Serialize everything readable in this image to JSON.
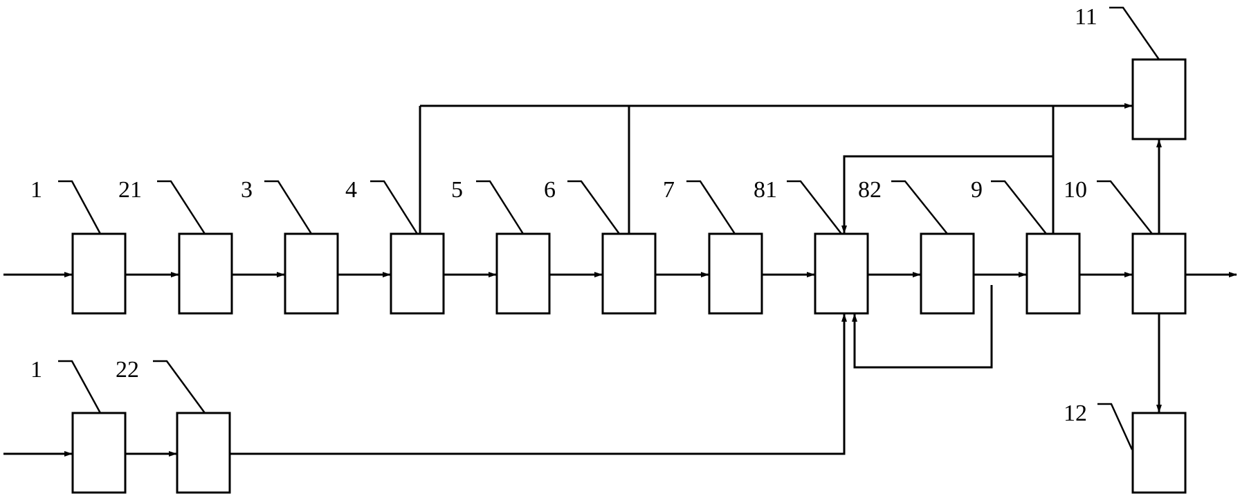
{
  "diagram": {
    "labels": {
      "box_1_top": "1",
      "box_21": "21",
      "box_3": "3",
      "box_4": "4",
      "box_5": "5",
      "box_6": "6",
      "box_7": "7",
      "box_81": "81",
      "box_82": "82",
      "box_9": "9",
      "box_10": "10",
      "box_11": "11",
      "box_12": "12",
      "box_1_bottom": "1",
      "box_22": "22"
    },
    "colors": {
      "stroke": "#000000",
      "background": "#ffffff"
    }
  }
}
